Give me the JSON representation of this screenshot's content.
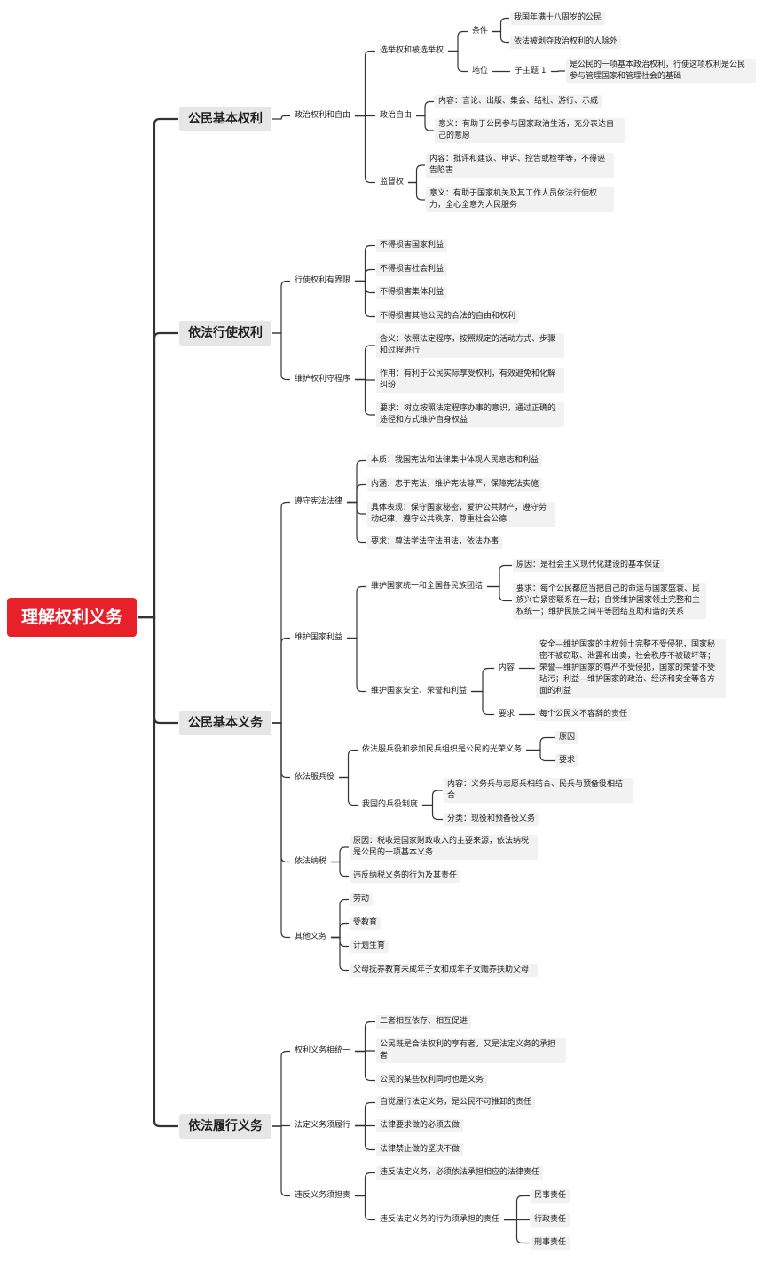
{
  "root": "理解权利义务",
  "colors": {
    "root_bg": "#e8202a",
    "root_text": "#ffffff",
    "line": "#333333",
    "branch_bg": "#e6e6e6",
    "leaf_bg": "#f2f2f2"
  },
  "tree": {
    "text": "理解权利义务",
    "children": [
      {
        "text": "公民基本权利",
        "children": [
          {
            "text": "政治权利和自由",
            "children": [
              {
                "text": "选举权和被选举权",
                "children": [
                  {
                    "text": "条件",
                    "children": [
                      {
                        "text": "我国年满十八周岁的公民"
                      },
                      {
                        "text": "依法被剥夺政治权利的人除外"
                      }
                    ]
                  },
                  {
                    "text": "地位",
                    "children": [
                      {
                        "text": "子主题 1",
                        "children": [
                          {
                            "text": "是公民的一项基本政治权利，行使这项权利是公民参与管理国家和管理社会的基础"
                          }
                        ]
                      }
                    ]
                  }
                ]
              },
              {
                "text": "政治自由",
                "children": [
                  {
                    "text": "内容：言论、出版、集会、结社、游行、示威"
                  },
                  {
                    "text": "意义：有助于公民参与国家政治生活，充分表达自己的意愿"
                  }
                ]
              },
              {
                "text": "监督权",
                "children": [
                  {
                    "text": "内容：批评和建议、申诉、控告或检举等，不得诬告陷害"
                  },
                  {
                    "text": "意义：有助于国家机关及其工作人员依法行使权力，全心全意为人民服务"
                  }
                ]
              }
            ]
          }
        ]
      },
      {
        "text": "依法行使权利",
        "children": [
          {
            "text": "行使权利有界限",
            "children": [
              {
                "text": "不得损害国家利益"
              },
              {
                "text": "不得损害社会利益"
              },
              {
                "text": "不得损害集体利益"
              },
              {
                "text": "不得损害其他公民的合法的自由和权利"
              }
            ]
          },
          {
            "text": "维护权利守程序",
            "children": [
              {
                "text": "含义：依照法定程序，按照规定的活动方式、步骤和过程进行"
              },
              {
                "text": "作用：有利于公民实际享受权利，有效避免和化解纠纷"
              },
              {
                "text": "要求：树立按照法定程序办事的意识，通过正确的途径和方式维护自身权益"
              }
            ]
          }
        ]
      },
      {
        "text": "公民基本义务",
        "children": [
          {
            "text": "遵守宪法法律",
            "children": [
              {
                "text": "本质：我国宪法和法律集中体现人民意志和利益"
              },
              {
                "text": "内涵：忠于宪法，维护宪法尊严，保障宪法实施"
              },
              {
                "text": "具体表现：保守国家秘密，爱护公共财产，遵守劳动纪律，遵守公共秩序，尊重社会公德"
              },
              {
                "text": "要求：尊法学法守法用法，依法办事"
              }
            ]
          },
          {
            "text": "维护国家利益",
            "children": [
              {
                "text": "维护国家统一和全国各民族团结",
                "children": [
                  {
                    "text": "原因：是社会主义现代化建设的基本保证"
                  },
                  {
                    "text": "要求：每个公民都应当把自己的命运与国家盛衰、民族兴亡紧密联系在一起；自觉维护国家领土完整和主权统一；维护民族之间平等团结互助和谐的关系"
                  }
                ]
              },
              {
                "text": "维护国家安全、荣誉和利益",
                "children": [
                  {
                    "text": "内容",
                    "children": [
                      {
                        "text": "安全—维护国家的主权领土完整不受侵犯，国家秘密不被窃取、泄露和出卖，社会秩序不被破坏等；荣誉—维护国家的尊严不受侵犯，国家的荣誉不受玷污；利益—维护国家的政治、经济和安全等各方面的利益"
                      }
                    ]
                  },
                  {
                    "text": "要求",
                    "children": [
                      {
                        "text": "每个公民义不容辞的责任"
                      }
                    ]
                  }
                ]
              }
            ]
          },
          {
            "text": "依法服兵役",
            "children": [
              {
                "text": "依法服兵役和参加民兵组织是公民的光荣义务",
                "children": [
                  {
                    "text": "原因"
                  },
                  {
                    "text": "要求"
                  }
                ]
              },
              {
                "text": "我国的兵役制度",
                "children": [
                  {
                    "text": "内容：义务兵与志愿兵相结合、民兵与预备役相结合"
                  },
                  {
                    "text": "分类：现役和预备役义务"
                  }
                ]
              }
            ]
          },
          {
            "text": "依法纳税",
            "children": [
              {
                "text": "原因：税收是国家财政收入的主要来源，依法纳税是公民的一项基本义务"
              },
              {
                "text": "违反纳税义务的行为及其责任"
              }
            ]
          },
          {
            "text": "其他义务",
            "children": [
              {
                "text": "劳动"
              },
              {
                "text": "受教育"
              },
              {
                "text": "计划生育"
              },
              {
                "text": "父母抚养教育未成年子女和成年子女赡养扶助父母"
              }
            ]
          }
        ]
      },
      {
        "text": "依法履行义务",
        "children": [
          {
            "text": "权利义务相统一",
            "children": [
              {
                "text": "二者相互依存、相互促进"
              },
              {
                "text": "公民既是合法权利的享有者，又是法定义务的承担者"
              },
              {
                "text": "公民的某些权利同时也是义务"
              }
            ]
          },
          {
            "text": "法定义务须履行",
            "children": [
              {
                "text": "自觉履行法定义务，是公民不可推卸的责任"
              },
              {
                "text": "法律要求做的必须去做"
              },
              {
                "text": "法律禁止做的坚决不做"
              }
            ]
          },
          {
            "text": "违反义务须担责",
            "children": [
              {
                "text": "违反法定义务，必须依法承担相应的法律责任"
              },
              {
                "text": "违反法定义务的行为须承担的责任",
                "children": [
                  {
                    "text": "民事责任"
                  },
                  {
                    "text": "行政责任"
                  },
                  {
                    "text": "刑事责任"
                  }
                ]
              }
            ]
          }
        ]
      }
    ]
  }
}
